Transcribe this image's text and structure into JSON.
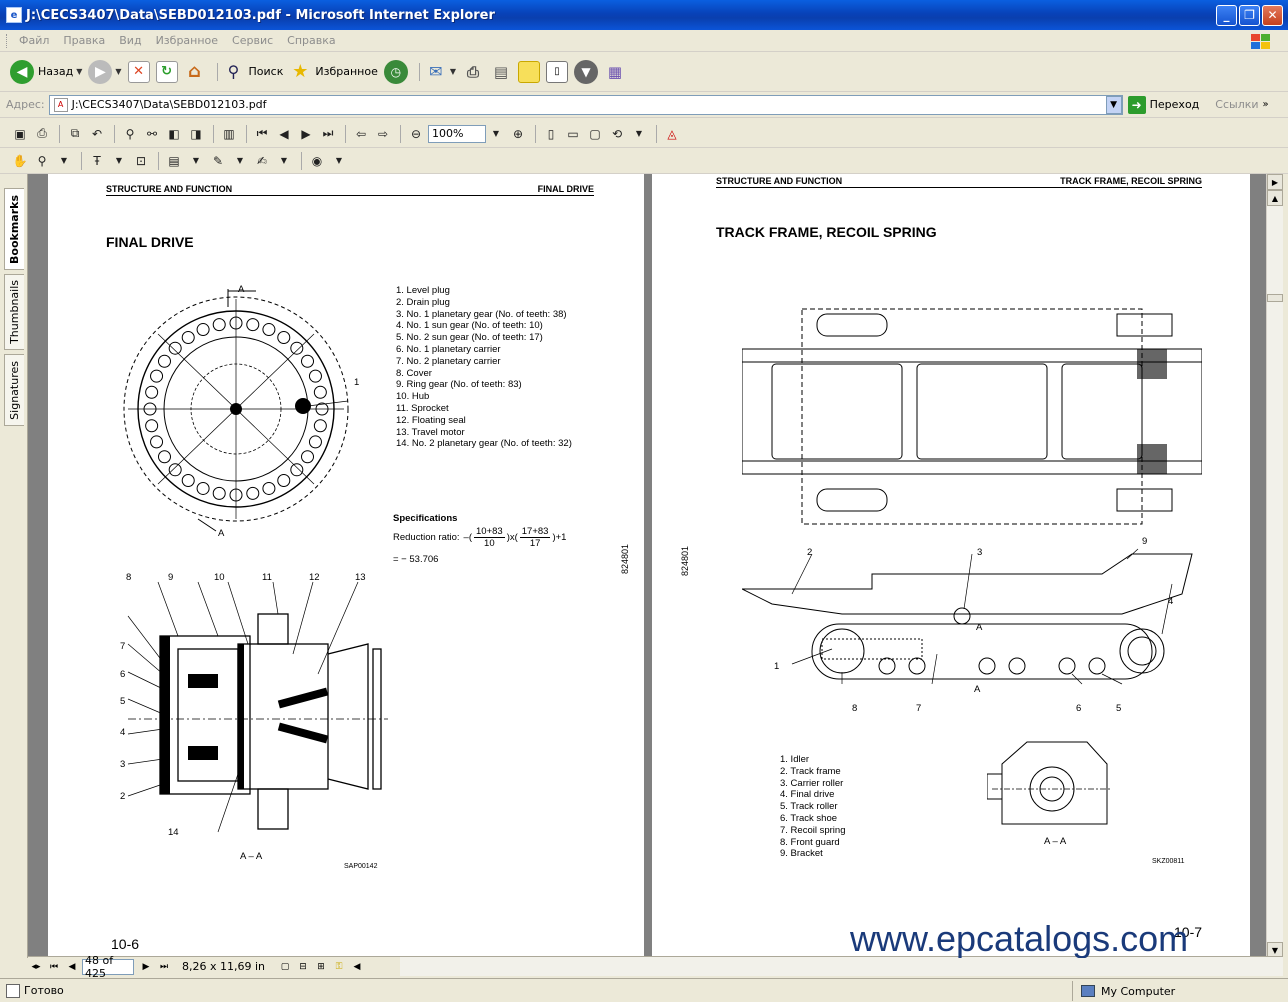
{
  "window": {
    "title": "J:\\CECS3407\\Data\\SEBD012103.pdf - Microsoft Internet Explorer"
  },
  "menu": [
    "Файл",
    "Правка",
    "Вид",
    "Избранное",
    "Сервис",
    "Справка"
  ],
  "toolbar": {
    "back": "Назад",
    "search": "Поиск",
    "favorites": "Избранное"
  },
  "address": {
    "label": "Адрес:",
    "value": "J:\\CECS3407\\Data\\SEBD012103.pdf",
    "go": "Переход",
    "links": "Ссылки"
  },
  "viewer": {
    "zoom": "100%"
  },
  "sidebar": {
    "tabs": [
      "Bookmarks",
      "Thumbnails",
      "Signatures"
    ]
  },
  "left_page": {
    "header_left": "STRUCTURE AND FUNCTION",
    "header_right": "FINAL DRIVE",
    "title": "FINAL DRIVE",
    "parts": [
      "1. Level plug",
      "2. Drain plug",
      "3. No. 1 planetary gear (No. of teeth: 38)",
      "4. No. 1 sun gear (No. of teeth: 10)",
      "5. No. 2 sun gear (No. of teeth: 17)",
      "6. No. 1 planetary carrier",
      "7. No. 2 planetary carrier",
      "8. Cover",
      "9. Ring gear (No. of teeth: 83)",
      "10. Hub",
      "11. Sprocket",
      "12. Floating seal",
      "13. Travel motor",
      "14. No. 2 planetary gear (No. of teeth: 32)"
    ],
    "spec_title": "Specifications",
    "spec_label": "Reduction ratio:",
    "spec_frac1_num": "10+83",
    "spec_frac1_den": "10",
    "spec_frac2_num": "17+83",
    "spec_frac2_den": "17",
    "spec_tail": "+1",
    "spec_result": "= − 53.706",
    "side_code": "824801",
    "section_label_a": "A",
    "section_label_aa": "A – A",
    "drawing_code": "SAP00142",
    "callouts_top": [
      "8",
      "9",
      "10",
      "11",
      "12",
      "13"
    ],
    "callouts_left": [
      "7",
      "6",
      "5",
      "4",
      "3",
      "2"
    ],
    "callout_bottom": "14",
    "callout_one": "1",
    "page_number": "10-6"
  },
  "right_page": {
    "header_left": "STRUCTURE AND FUNCTION",
    "header_right": "TRACK FRAME, RECOIL SPRING",
    "title": "TRACK FRAME, RECOIL SPRING",
    "parts": [
      "1. Idler",
      "2. Track frame",
      "3. Carrier roller",
      "4. Final drive",
      "5. Track roller",
      "6. Track shoe",
      "7. Recoil spring",
      "8. Front guard",
      "9. Bracket"
    ],
    "side_code": "824801",
    "section_label_a": "A",
    "section_label_aa": "A – A",
    "drawing_code": "SKZ00811",
    "callouts": [
      "1",
      "2",
      "3",
      "4",
      "5",
      "6",
      "7",
      "8",
      "9"
    ],
    "page_number": "10-7"
  },
  "navbar": {
    "page": "48 of 425",
    "size": "8,26 x 11,69 in"
  },
  "watermark": "www.epcatalogs.com",
  "status": {
    "left": "Готово",
    "right": "My Computer"
  }
}
